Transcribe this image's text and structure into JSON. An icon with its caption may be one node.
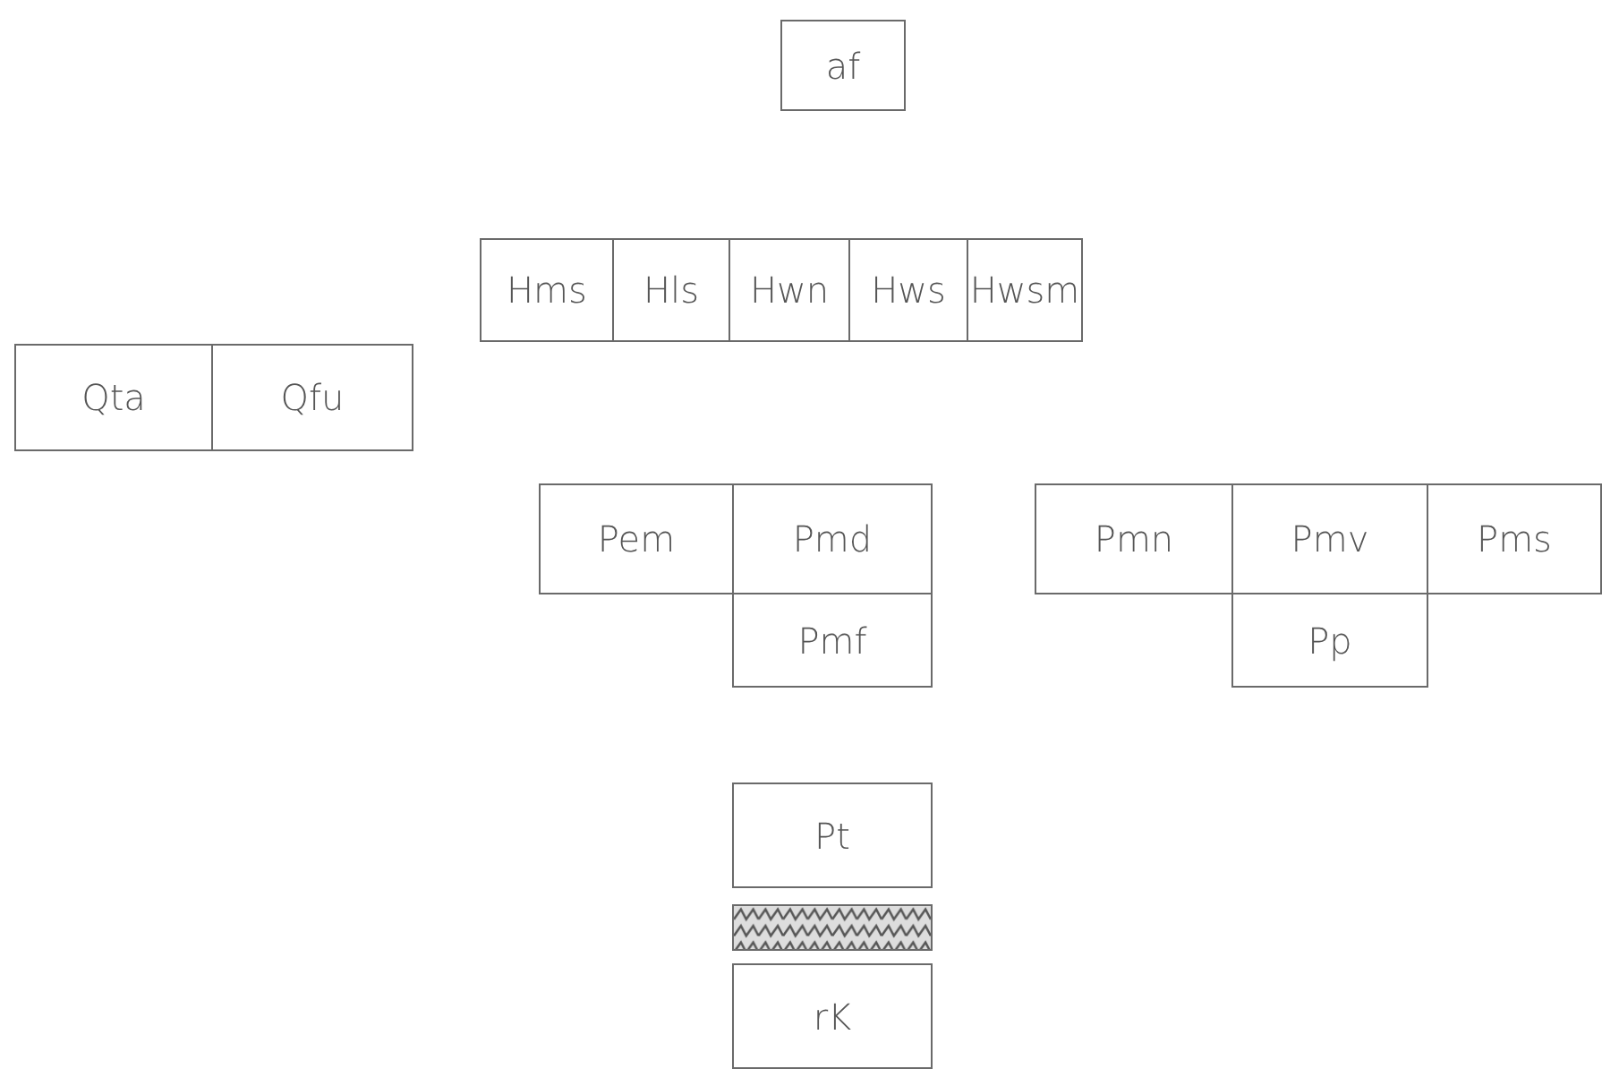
{
  "diagram": {
    "nodes": [
      {
        "text": [
          "af"
        ]
      },
      {
        "text": [
          "Hms"
        ]
      },
      {
        "text": [
          "Hls"
        ]
      },
      {
        "text": [
          "Hwn"
        ]
      },
      {
        "text": [
          "Hws"
        ]
      },
      {
        "text": [
          "Hwsm"
        ]
      },
      {
        "text": [
          "Qta"
        ]
      },
      {
        "text": [
          "Qfu"
        ]
      },
      {
        "text": [
          "Pem"
        ]
      },
      {
        "text": [
          "Pmd"
        ]
      },
      {
        "text": [
          "Pmn"
        ]
      },
      {
        "text": [
          "Pmv"
        ]
      },
      {
        "text": [
          "Pms"
        ]
      },
      {
        "text": [
          "Pmf"
        ]
      },
      {
        "text": [
          "Pp"
        ]
      },
      {
        "text": [
          "Pt"
        ]
      },
      {
        "text": [],
        "shape": "bar"
      },
      {
        "text": [
          "rK"
        ]
      }
    ]
  }
}
